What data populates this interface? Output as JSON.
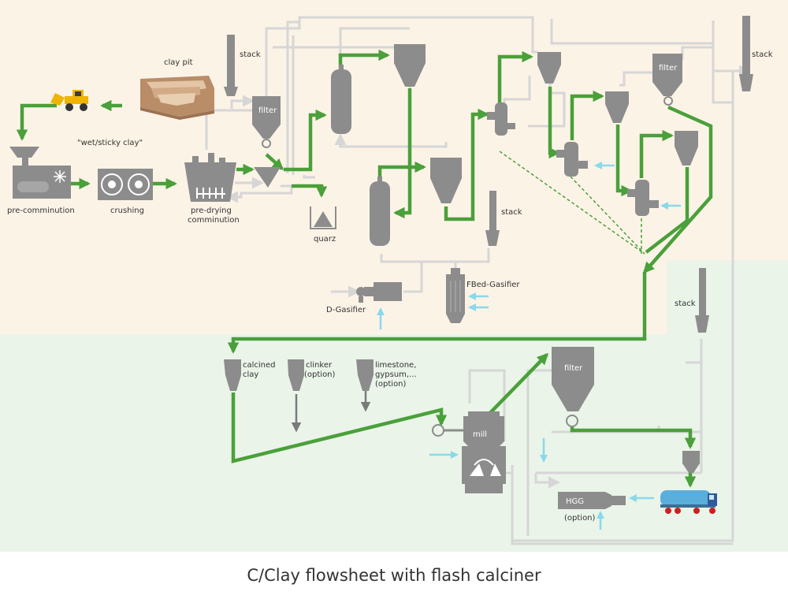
{
  "caption": "C/Clay flowsheet with flash calciner",
  "labels": {
    "clay_pit": "clay pit",
    "wet_sticky_clay": "\"wet/sticky clay\"",
    "pre_comminution": "pre-comminution",
    "crushing": "crushing",
    "pre_drying_1": "pre-drying",
    "pre_drying_2": "comminution",
    "quarz": "quarz",
    "stack_1": "stack",
    "stack_2": "stack",
    "stack_3": "stack",
    "stack_4": "stack",
    "filter_1": "filter",
    "filter_2": "filter",
    "filter_3": "filter",
    "d_gasifier": "D-Gasifier",
    "fbed_gasifier": "FBed-Gasifier",
    "calcined_1": "calcined",
    "calcined_2": "clay",
    "clinker_1": "clinker",
    "clinker_2": "(option)",
    "limestone_1": "limestone,",
    "limestone_2": "gypsum,...",
    "limestone_3": "(option)",
    "mill": "mill",
    "hgg": "HGG",
    "hgg_option": "(option)"
  },
  "colors": {
    "top_band": "#fcf3e7",
    "bottom_band": "#eaf4e9",
    "equipment": "#8c8c8c",
    "green_flow": "#4aa03a",
    "gas_line": "#d6d6d6",
    "air_inlet": "#8ad9ea",
    "dark_arrow": "#7a7a7a"
  }
}
